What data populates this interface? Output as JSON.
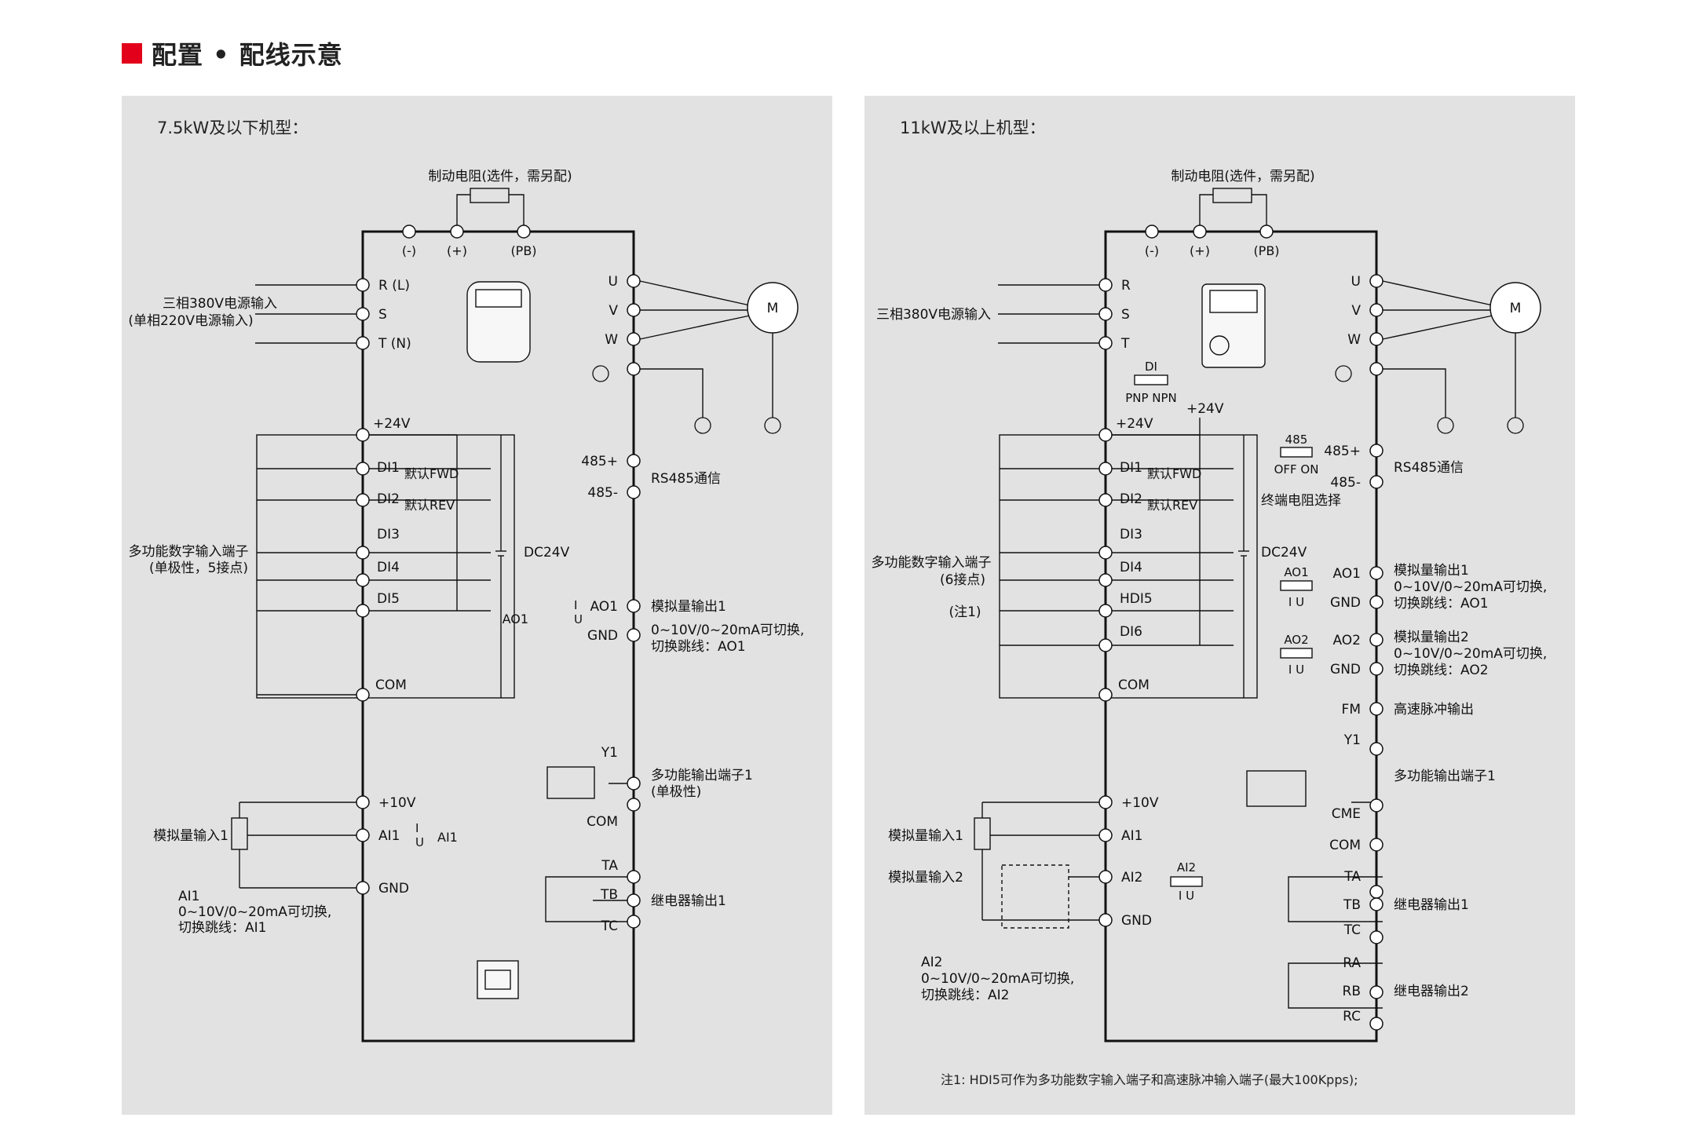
{
  "header": {
    "title": "配置 • 配线示意"
  },
  "left": {
    "title": "7.5kW及以下机型：",
    "brake": "制动电阻(选件，需另配)",
    "dc_terms": [
      "(-)",
      "(+)",
      "(PB)"
    ],
    "power_label_1": "三相380V电源输入",
    "power_label_2": "(单相220V电源输入)",
    "power_terms": [
      "R (L)",
      "S",
      "T (N)"
    ],
    "motor_terms": [
      "U",
      "V",
      "W"
    ],
    "motor": "M",
    "p24": "+24V",
    "di": [
      "DI1",
      "DI2",
      "DI3",
      "DI4",
      "DI5"
    ],
    "fwd": "默认FWD",
    "rev": "默认REV",
    "dc24": "DC24V",
    "com": "COM",
    "di_group_1": "多功能数字输入端子",
    "di_group_2": "(单极性，5接点)",
    "rs_terms": [
      "485+",
      "485-"
    ],
    "rs_label": "RS485通信",
    "ao_terms": [
      "AO1",
      "GND"
    ],
    "ao_label": "模拟量输出1",
    "ao_desc_1": "0~10V/0~20mA可切换,",
    "ao_desc_2": "切换跳线：AO1",
    "ao_jumper": "AO1",
    "ao_jumper_i": "I",
    "ao_jumper_u": "U",
    "y1": "Y1",
    "y_com": "COM",
    "y_label_1": "多功能输出端子1",
    "y_label_2": "(单极性)",
    "relay_terms": [
      "TA",
      "TB",
      "TC"
    ],
    "relay_label": "继电器输出1",
    "p10": "+10V",
    "ai1": "AI1",
    "gnd": "GND",
    "ai_label": "模拟量输入1",
    "ai_jumper": "AI1",
    "ai_jumper_i": "I",
    "ai_jumper_u": "U",
    "ai_desc_1": "AI1",
    "ai_desc_2": "0~10V/0~20mA可切换,",
    "ai_desc_3": "切换跳线：AI1"
  },
  "right": {
    "title": "11kW及以上机型：",
    "brake": "制动电阻(选件，需另配)",
    "dc_terms": [
      "(-)",
      "(+)",
      "(PB)"
    ],
    "power_label": "三相380V电源输入",
    "power_terms": [
      "R",
      "S",
      "T"
    ],
    "motor_terms": [
      "U",
      "V",
      "W"
    ],
    "motor": "M",
    "di_sw": "DI",
    "pnp_npn": "PNP  NPN",
    "p24": "+24V",
    "p24_bus": "+24V",
    "di": [
      "DI1",
      "DI2",
      "DI3",
      "DI4",
      "HDI5",
      "DI6"
    ],
    "fwd": "默认FWD",
    "rev": "默认REV",
    "dc24": "DC24V",
    "com": "COM",
    "di_group_1": "多功能数字输入端子",
    "di_group_2": "(6接点)",
    "note_ref": "(注1)",
    "sw485": "485",
    "off_on": "OFF    ON",
    "term_label": "终端电阻选择",
    "rs_terms": [
      "485+",
      "485-"
    ],
    "rs_label": "RS485通信",
    "ao1_jumper": "AO1",
    "ao2_jumper": "AO2",
    "iu": "I   U",
    "ao1_terms": [
      "AO1",
      "GND"
    ],
    "ao1_label": "模拟量输出1",
    "ao1_desc_1": "0~10V/0~20mA可切换,",
    "ao1_desc_2": "切换跳线：AO1",
    "ao2_terms": [
      "AO2",
      "GND"
    ],
    "ao2_label": "模拟量输出2",
    "ao2_desc_1": "0~10V/0~20mA可切换,",
    "ao2_desc_2": "切换跳线：AO2",
    "fm": "FM",
    "fm_label": "高速脉冲输出",
    "y1": "Y1",
    "cme": "CME",
    "y_com": "COM",
    "y_label": "多功能输出端子1",
    "relay1_terms": [
      "TA",
      "TB",
      "TC"
    ],
    "relay1_label": "继电器输出1",
    "relay2_terms": [
      "RA",
      "RB",
      "RC"
    ],
    "relay2_label": "继电器输出2",
    "p10": "+10V",
    "ai1": "AI1",
    "ai2": "AI2",
    "gnd": "GND",
    "ai1_label": "模拟量输入1",
    "ai2_label": "模拟量输入2",
    "ai2_jumper": "AI2",
    "ai2_iu": "I   U",
    "ai_desc_1": "AI2",
    "ai_desc_2": "0~10V/0~20mA可切换,",
    "ai_desc_3": "切换跳线：AI2"
  },
  "note": "注1: HDI5可作为多功能数字输入端子和高速脉冲输入端子(最大100Kpps);"
}
